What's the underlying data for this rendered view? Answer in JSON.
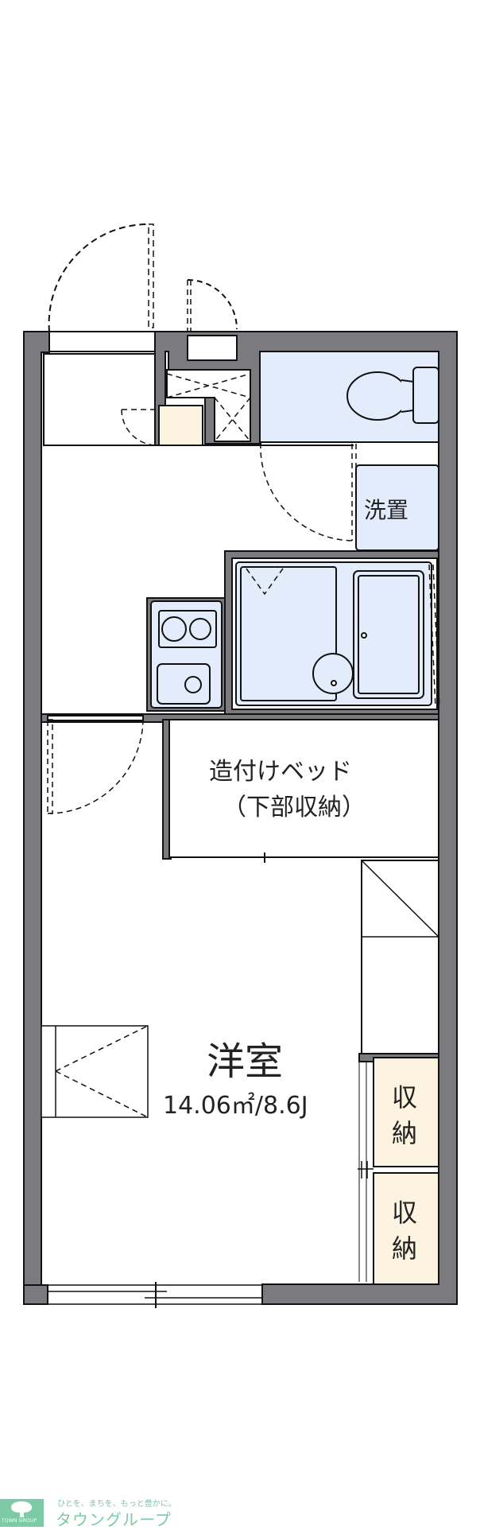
{
  "floorplan": {
    "rooms": {
      "western_room": {
        "name": "洋室",
        "area": "14.06㎡/8.6J"
      },
      "built_in_bed": {
        "line1": "造付けベッド",
        "line2": "（下部収納）"
      },
      "washer": {
        "name": "洗置"
      },
      "storage_1": {
        "line1": "収",
        "line2": "納"
      },
      "storage_2": {
        "line1": "収",
        "line2": "納"
      }
    },
    "colors": {
      "wall": "#7b7b7f",
      "wet_area": "#e3ecfb",
      "storage": "#fdf3e1",
      "line": "#111111"
    }
  },
  "branding": {
    "logo_text": "TOWN GROUP",
    "slogan": "ひとを、まちを、もっと豊かに。",
    "name": "タウングループ",
    "color": "#7ccaa6"
  }
}
